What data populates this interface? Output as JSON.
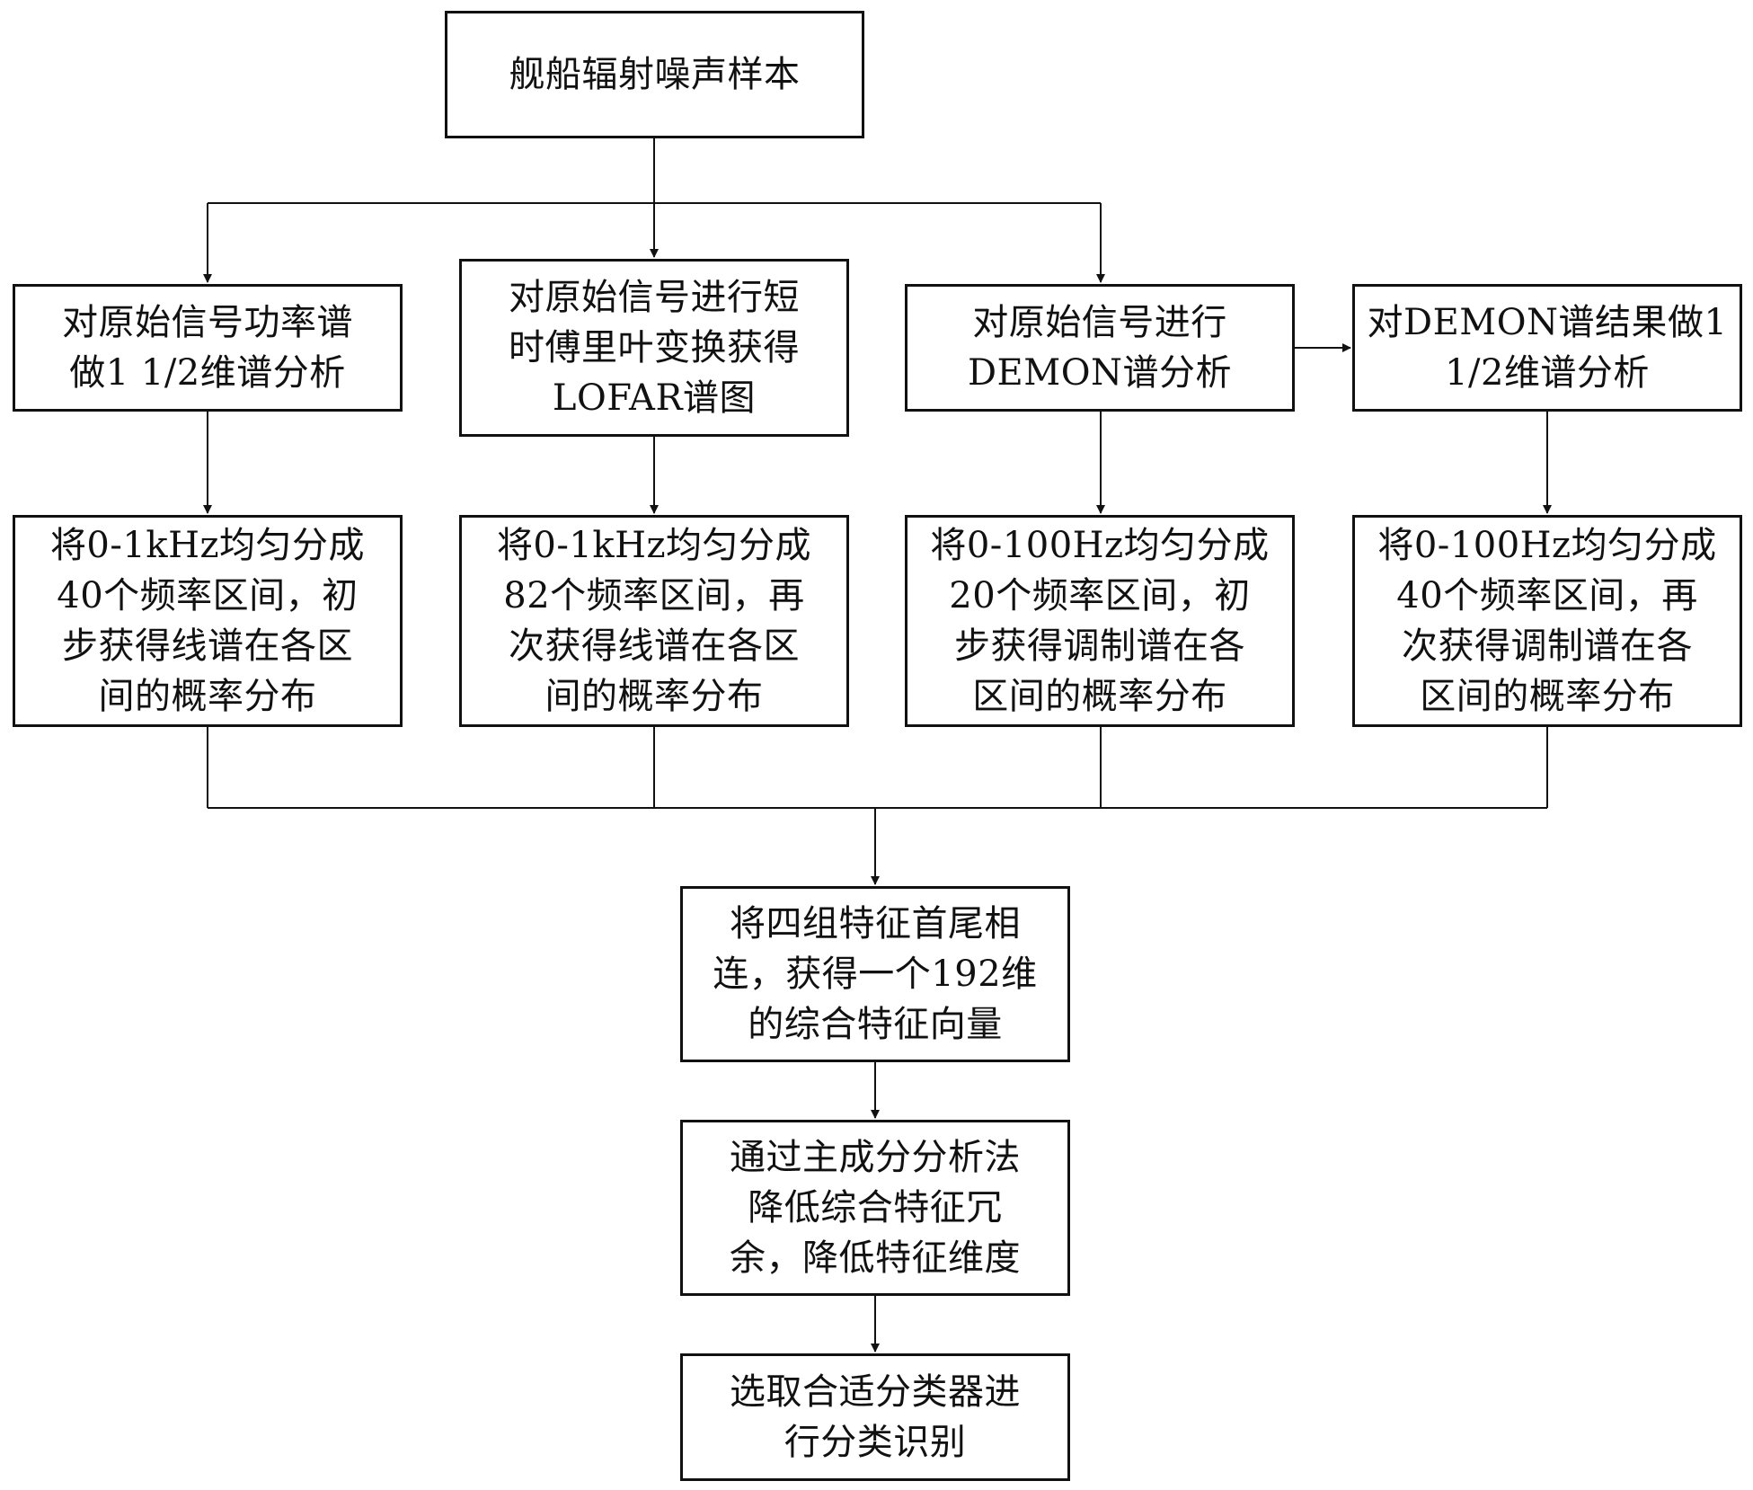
{
  "nodes": {
    "start": "舰船辐射噪声样本",
    "power_spectrum": "对原始信号功率谱\n做1 1/2维谱分析",
    "lofar": "对原始信号进行短\n时傅里叶变换获得\nLOFAR谱图",
    "demon": "对原始信号进行\nDEMON谱分析",
    "demon_15d": "对DEMON谱结果做1\n1/2维谱分析",
    "bins_power": "将0-1kHz均匀分成\n40个频率区间，初\n步获得线谱在各区\n间的概率分布",
    "bins_lofar": "将0-1kHz均匀分成\n82个频率区间，再\n次获得线谱在各区\n间的概率分布",
    "bins_demon": "将0-100Hz均匀分成\n20个频率区间，初\n步获得调制谱在各\n区间的概率分布",
    "bins_demon_15d": "将0-100Hz均匀分成\n40个频率区间，再\n次获得调制谱在各\n区间的概率分布",
    "concat": "将四组特征首尾相\n连，获得一个192维\n的综合特征向量",
    "pca": "通过主成分分析法\n降低综合特征冗\n余，降低特征维度",
    "classify": "选取合适分类器进\n行分类识别"
  },
  "style": {
    "line_color": "#111111",
    "box_border_color": "#111111",
    "background": "#ffffff"
  }
}
